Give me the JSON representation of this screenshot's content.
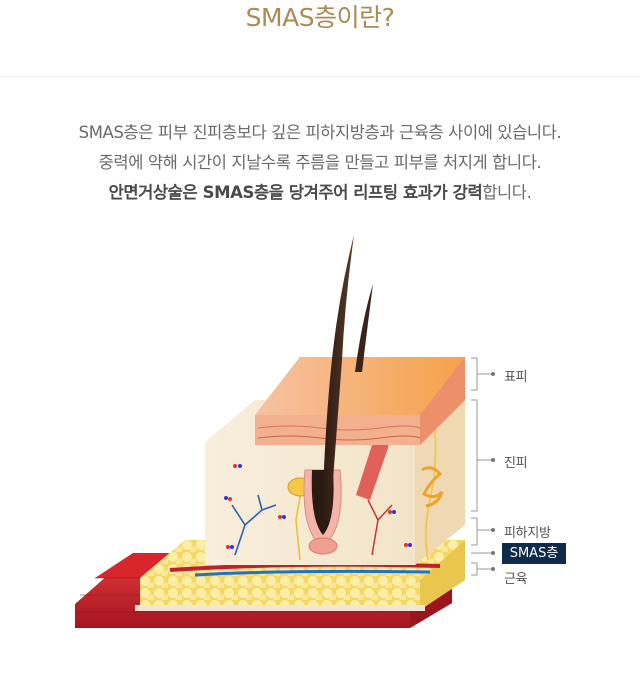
{
  "heading": "SMAS층이란?",
  "description": {
    "line1": "SMAS층은 피부 진피층보다 깊은 피하지방층과 근육층 사이에 있습니다.",
    "line2": "중력에 약해 시간이 지날수록 주름을 만들고 피부를 처지게 합니다.",
    "line3_bold": "안면거상술은 SMAS층을 당겨주어 리프팅 효과가 강력",
    "line3_rest": "합니다."
  },
  "layers": {
    "epidermis": "표피",
    "dermis": "진피",
    "subcutaneous": "피하지방",
    "smas": "SMAS층",
    "muscle": "근육"
  },
  "colors": {
    "heading": "#ab8a55",
    "smas_badge": "#0f2a4b",
    "muscle": "#c8202a",
    "fat": "#f6e08a",
    "dermis": "#f6ead2",
    "epidermis": "#f4a37a"
  }
}
